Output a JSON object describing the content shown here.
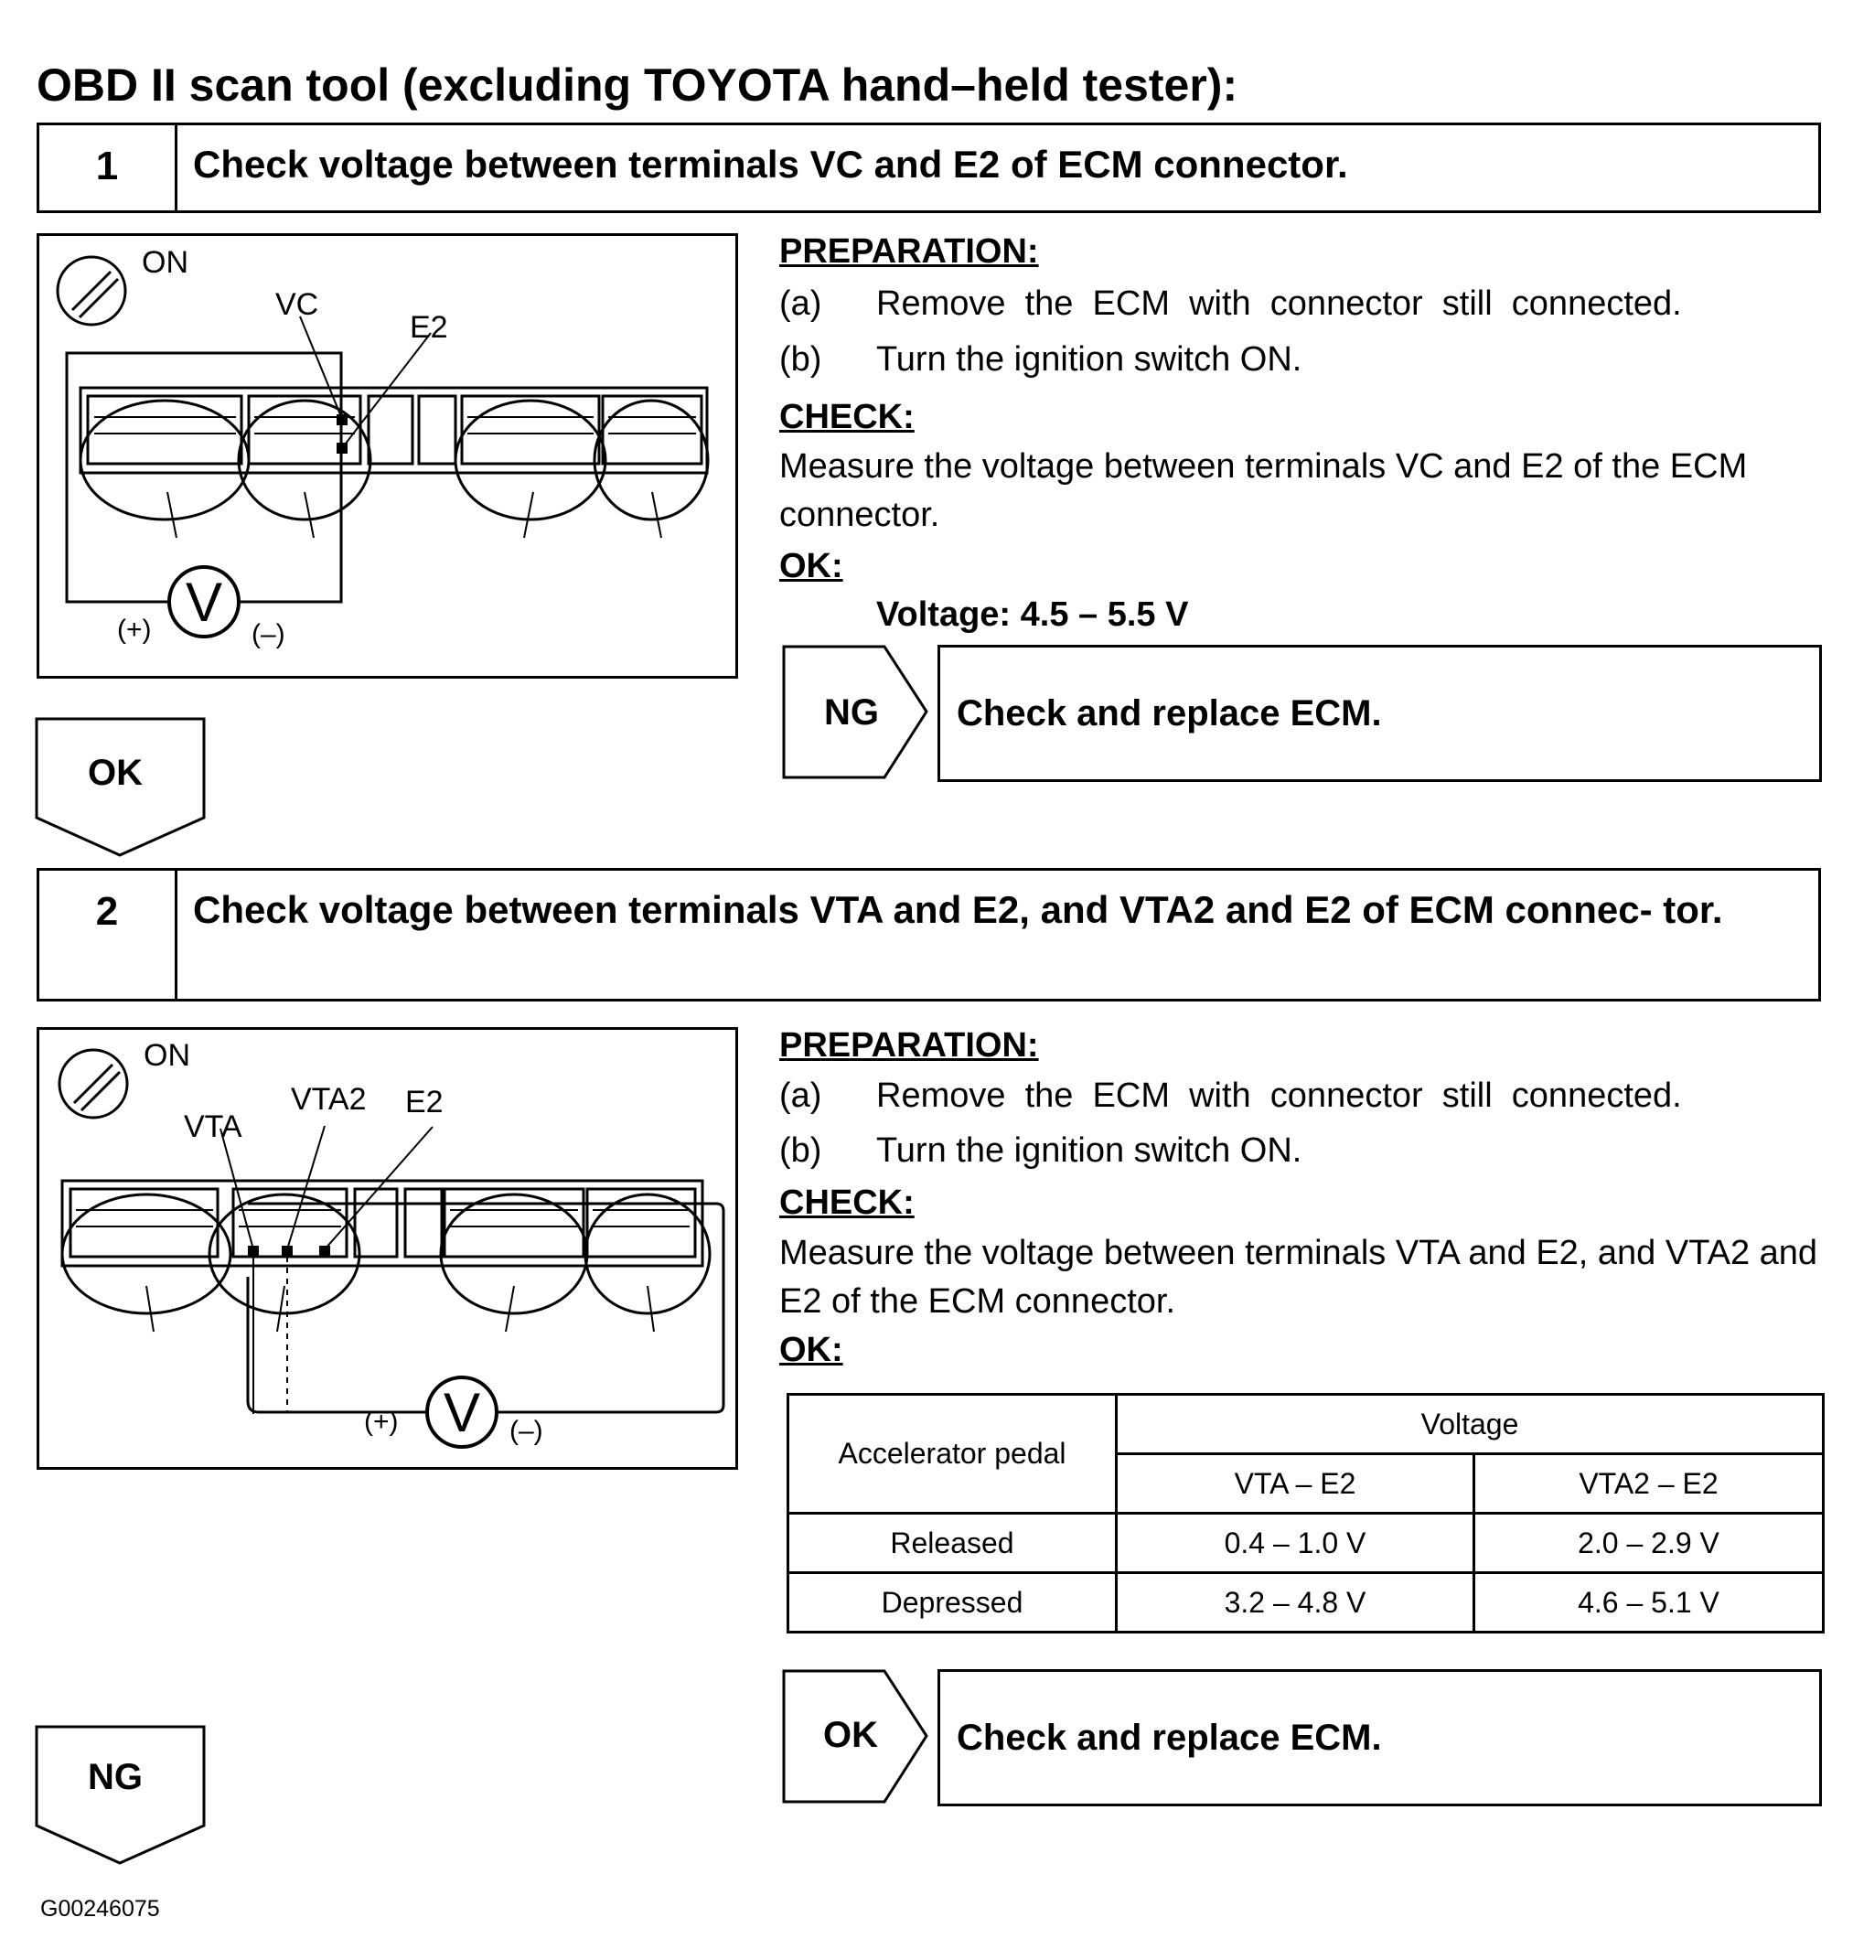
{
  "title": "OBD II scan tool (excluding TOYOTA hand–held tester):",
  "step1": {
    "number": "1",
    "text": "Check voltage between terminals VC and E2 of ECM connector.",
    "diagram": {
      "ign_label": "ON",
      "term1": "VC",
      "term2": "E2",
      "meter": "V",
      "plus": "(+)",
      "minus": "(–)"
    },
    "preparation_heading": "PREPARATION:",
    "prep": [
      {
        "label": "(a)",
        "text": "Remove  the  ECM  with  connector  still  connected."
      },
      {
        "label": "(b)",
        "text": "Turn the ignition switch ON."
      }
    ],
    "check_heading": "CHECK:",
    "check_text": "Measure the voltage between terminals VC and E2 of the ECM connector.",
    "ok_heading": "OK:",
    "ok_value": "Voltage: 4.5 – 5.5 V",
    "ng_tag": "NG",
    "ng_result": "Check and replace ECM.",
    "down_tag": "OK"
  },
  "step2": {
    "number": "2",
    "text": "Check voltage between terminals VTA and E2, and VTA2 and E2 of ECM connec- tor.",
    "diagram": {
      "ign_label": "ON",
      "term1": "VTA",
      "term2": "VTA2",
      "term3": "E2",
      "meter": "V",
      "plus": "(+)",
      "minus": "(–)"
    },
    "preparation_heading": "PREPARATION:",
    "prep": [
      {
        "label": "(a)",
        "text": "Remove  the  ECM  with  connector  still  connected."
      },
      {
        "label": "(b)",
        "text": "Turn the ignition switch ON."
      }
    ],
    "check_heading": "CHECK:",
    "check_text": "Measure the voltage between terminals VTA and E2, and VTA2 and E2 of the ECM connector.",
    "ok_heading": "OK:",
    "table": {
      "col_pedal": "Accelerator pedal",
      "col_voltage": "Voltage",
      "sub1": "VTA – E2",
      "sub2": "VTA2 – E2",
      "rows": [
        {
          "pedal": "Released",
          "v1": "0.4 – 1.0 V",
          "v2": "2.0 – 2.9 V"
        },
        {
          "pedal": "Depressed",
          "v1": "3.2 – 4.8 V",
          "v2": "4.6 – 5.1 V"
        }
      ]
    },
    "ok_tag": "OK",
    "ok_result": "Check and replace ECM.",
    "down_tag": "NG"
  },
  "figure_code": "G00246075"
}
